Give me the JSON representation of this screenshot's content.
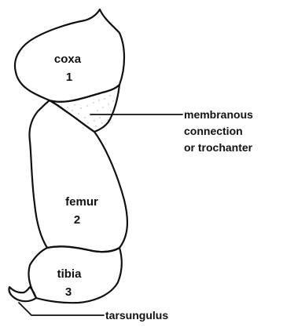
{
  "segments": {
    "coxa": {
      "name": "coxa",
      "number": "1"
    },
    "femur": {
      "name": "femur",
      "number": "2"
    },
    "tibia": {
      "name": "tibia",
      "number": "3"
    }
  },
  "callouts": {
    "membranous": {
      "line1": "membranous",
      "line2": "connection",
      "line3": "or trochanter"
    },
    "tarsungulus": "tarsungulus"
  }
}
